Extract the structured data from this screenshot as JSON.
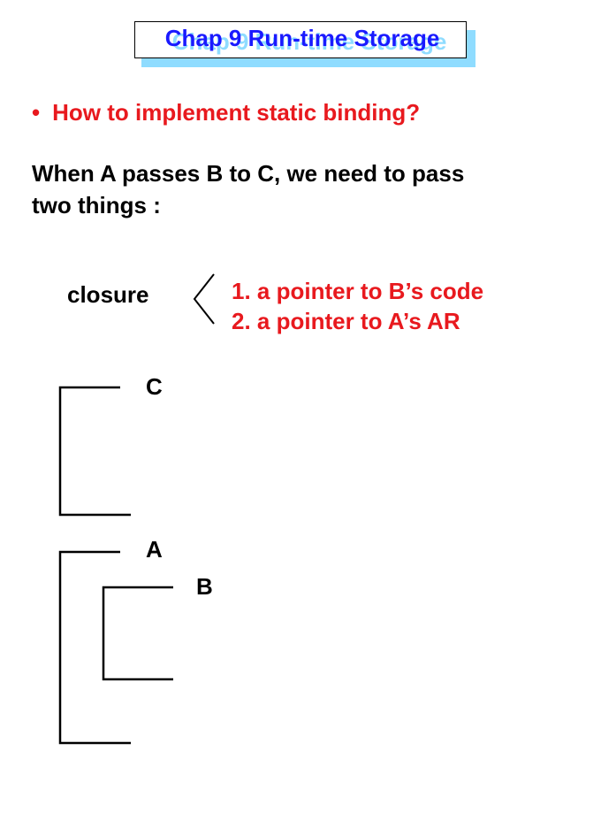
{
  "title": {
    "text": "Chap 9   Run-time Storage",
    "shadow_color": "#8fdcff",
    "text_color": "#1a1aff"
  },
  "bullet": {
    "marker": "•",
    "text": "How to implement static binding?"
  },
  "question": {
    "lines": [
      "When A passes B to C, we need to pass",
      "two things :"
    ]
  },
  "closure": {
    "label": "closure",
    "items": [
      "1.  a pointer to B’s code",
      "2.  a pointer to A’s AR"
    ]
  },
  "scopes": {
    "c": "C",
    "a": "A",
    "b": "B"
  },
  "colors": {
    "red": "#e8191e",
    "black": "#000000"
  }
}
